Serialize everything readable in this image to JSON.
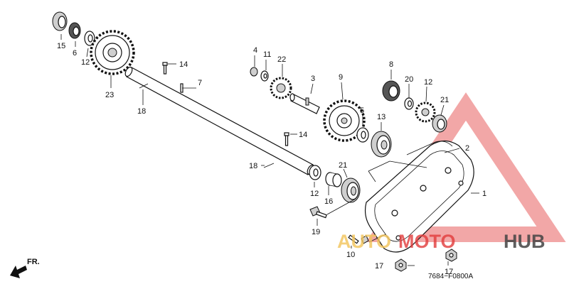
{
  "diagram": {
    "code": "7684−F0800A",
    "front_label": "FR.",
    "watermark": {
      "brand_a": "AUTO",
      "brand_b": "MOTO",
      "brand_c": "HUB",
      "color": "#e23b3b"
    },
    "labels": [
      "15",
      "6",
      "12",
      "23",
      "14",
      "7",
      "18",
      "4",
      "11",
      "22",
      "3",
      "9",
      "5",
      "13",
      "8",
      "20",
      "12",
      "21",
      "14",
      "2",
      "1",
      "18",
      "21",
      "12",
      "16",
      "19",
      "10",
      "17",
      "17"
    ]
  }
}
